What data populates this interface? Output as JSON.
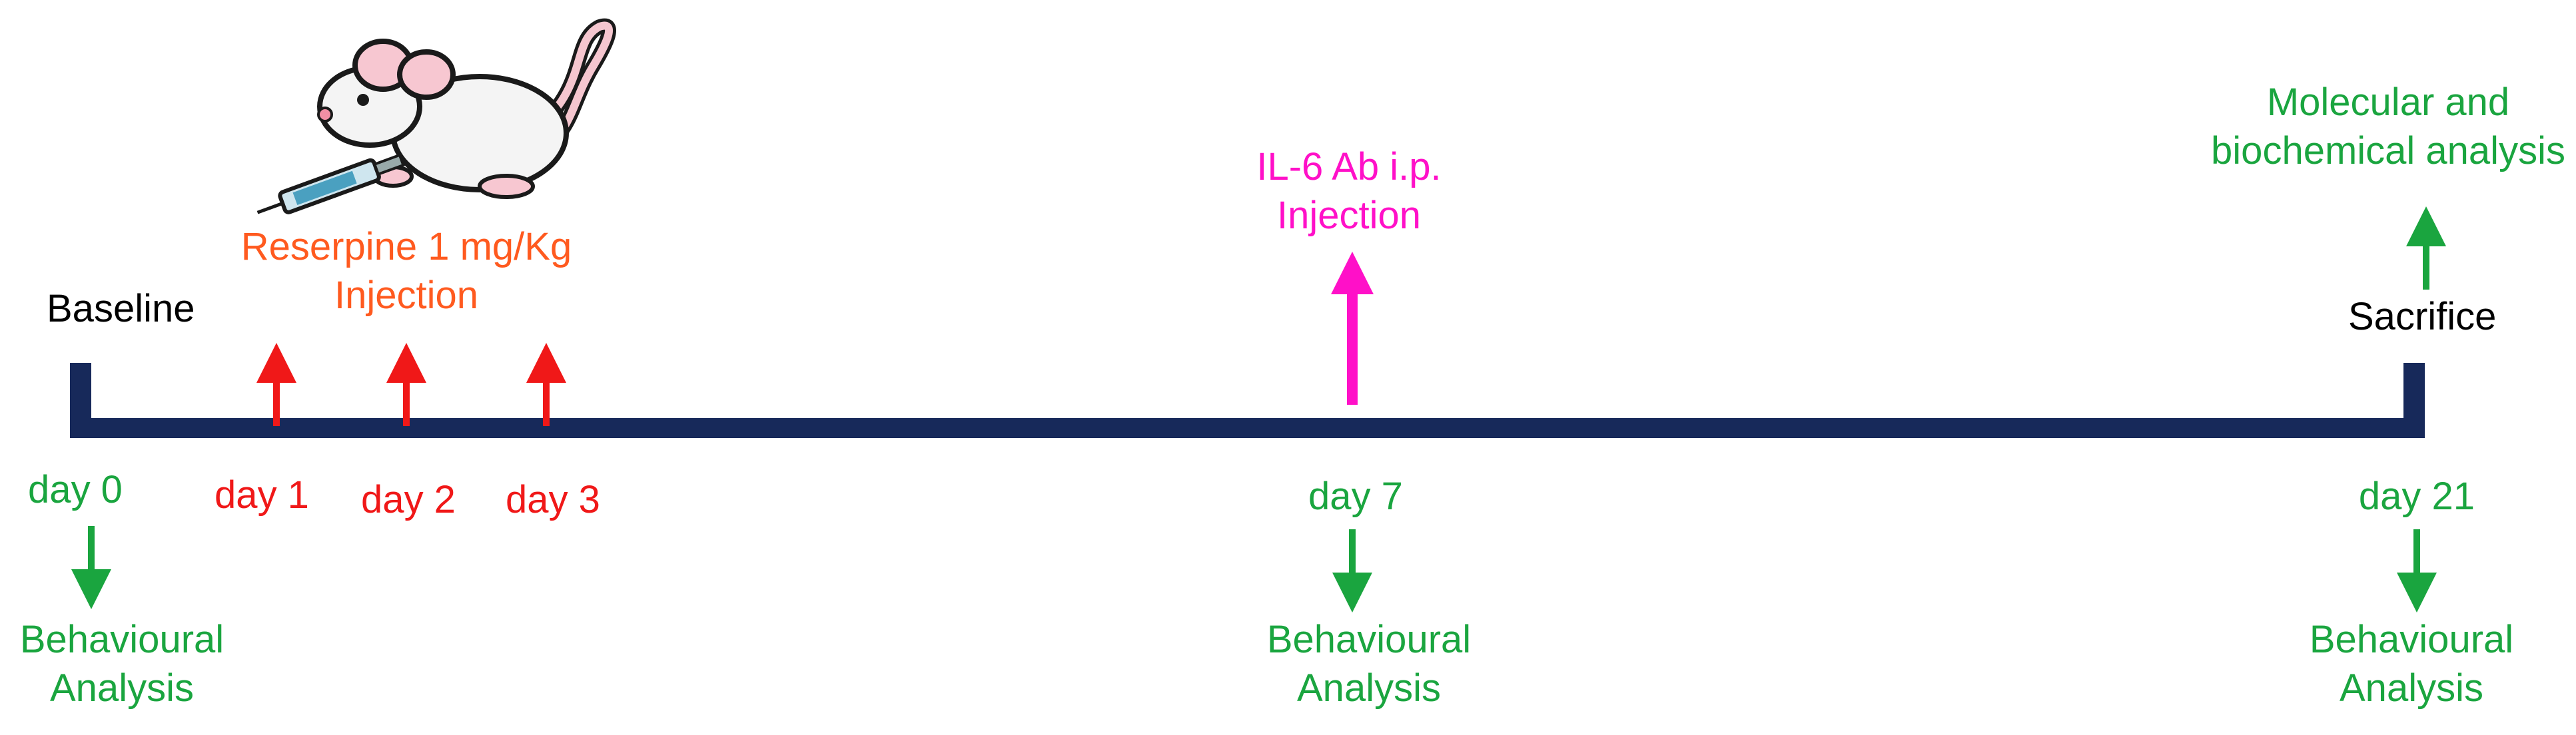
{
  "colors": {
    "timeline": "#17295a",
    "black": "#000000",
    "green": "#1aa53f",
    "red": "#f01818",
    "orange": "#ff5a1f",
    "magenta": "#ff10c8"
  },
  "labels": {
    "baseline": "Baseline",
    "sacrifice": "Sacrifice",
    "reserpine_line1": "Reserpine 1 mg/Kg",
    "reserpine_line2": "Injection",
    "il6_line1": "IL-6 Ab i.p.",
    "il6_line2": "Injection",
    "molecular_line1": "Molecular and",
    "molecular_line2": "biochemical analysis",
    "day0": "day 0",
    "day1": "day 1",
    "day2": "day 2",
    "day3": "day 3",
    "day7": "day 7",
    "day21": "day 21",
    "behav_line1": "Behavioural",
    "behav_line2": "Analysis"
  },
  "icons": {
    "mouse": "mouse-with-syringe-icon"
  }
}
